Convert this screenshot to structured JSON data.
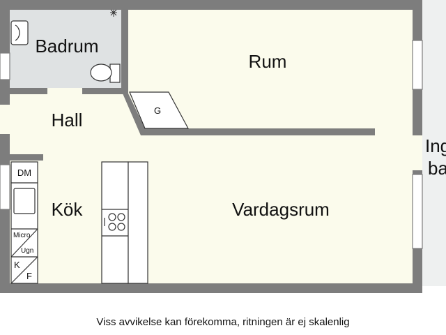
{
  "rooms": {
    "badrum": "Badrum",
    "rum": "Rum",
    "hall": "Hall",
    "kok": "Kök",
    "vardagsrum": "Vardagsrum",
    "balcony_line1": "Ing",
    "balcony_line2": "ba"
  },
  "fixtures": {
    "wardrobe": "G",
    "dishwasher": "DM",
    "microwave": "Micro",
    "oven": "Ugn",
    "fridge": "K",
    "freezer": "F"
  },
  "footer": {
    "disclaimer": "Viss avvikelse kan förekomma, ritningen är ej skalenlig"
  },
  "colors": {
    "wall": "#7d7d7d",
    "floor": "#fbfbec",
    "bathroom_floor": "#dfe2e3",
    "outside": "#eef0f0",
    "fixture_line": "#333333"
  }
}
